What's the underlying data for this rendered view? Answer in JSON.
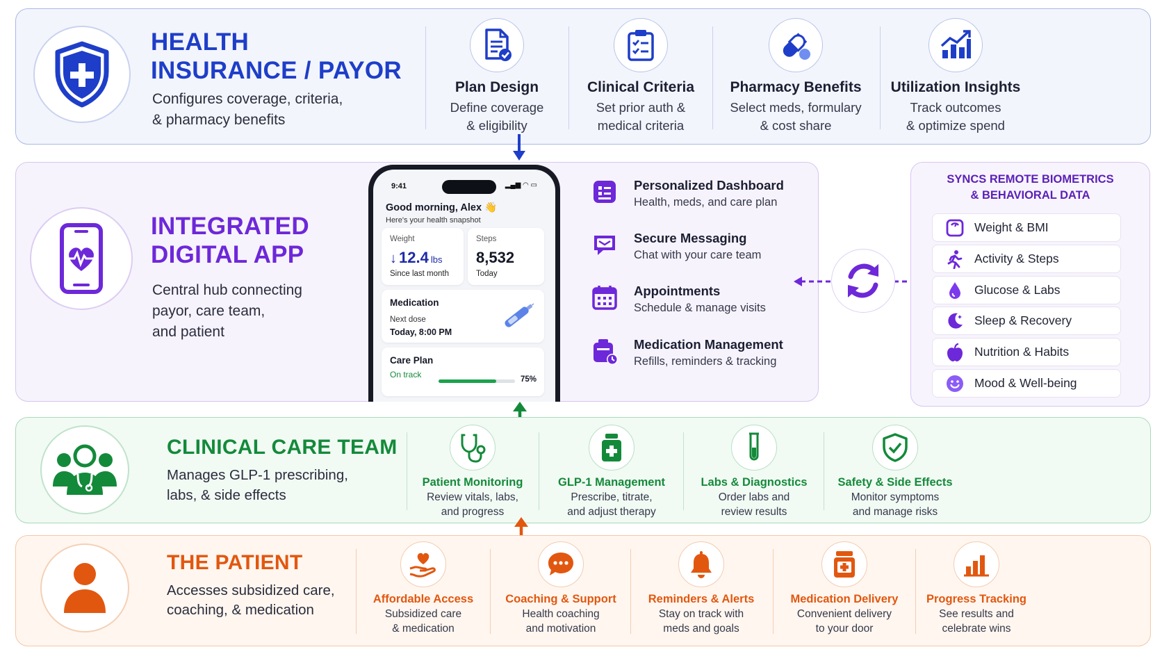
{
  "payor": {
    "title_line1": "HEALTH",
    "title_line2": "INSURANCE / PAYOR",
    "sub_line1": "Configures coverage, criteria,",
    "sub_line2": "& pharmacy benefits",
    "features": [
      {
        "title": "Plan Design",
        "desc1": "Define coverage",
        "desc2": "& eligibility",
        "icon": "document-check-icon"
      },
      {
        "title": "Clinical Criteria",
        "desc1": "Set prior auth &",
        "desc2": "medical criteria",
        "icon": "clipboard-check-icon"
      },
      {
        "title": "Pharmacy Benefits",
        "desc1": "Select meds, formulary",
        "desc2": "& cost share",
        "icon": "pill-capsule-icon"
      },
      {
        "title": "Utilization Insights",
        "desc1": "Track outcomes",
        "desc2": "& optimize spend",
        "icon": "growth-chart-icon"
      }
    ]
  },
  "app": {
    "title_line1": "INTEGRATED",
    "title_line2": "DIGITAL APP",
    "sub_line1": "Central hub connecting",
    "sub_line2": "payor, care team,",
    "sub_line3": "and patient",
    "phone": {
      "time": "9:41",
      "greeting": "Good morning, Alex 👋",
      "snapshot": "Here's your health snapshot",
      "weight_label": "Weight",
      "weight_value": "12.4",
      "weight_unit": "lbs",
      "weight_note": "Since last month",
      "steps_label": "Steps",
      "steps_value": "8,532",
      "steps_note": "Today",
      "med_title": "Medication",
      "med_next": "Next dose",
      "med_time": "Today, 8:00 PM",
      "plan_title": "Care Plan",
      "plan_status": "On track",
      "plan_progress": 0.75,
      "plan_percent": "75%"
    },
    "features": [
      {
        "title": "Personalized Dashboard",
        "desc": "Health, meds, and care plan",
        "icon": "dashboard-icon"
      },
      {
        "title": "Secure Messaging",
        "desc": "Chat with your care team",
        "icon": "chat-icon"
      },
      {
        "title": "Appointments",
        "desc": "Schedule & manage visits",
        "icon": "calendar-icon"
      },
      {
        "title": "Medication Management",
        "desc": "Refills, reminders & tracking",
        "icon": "med-bag-icon"
      }
    ]
  },
  "biometrics": {
    "title_line1": "SYNCS REMOTE BIOMETRICS",
    "title_line2": "& BEHAVIORAL DATA",
    "items": [
      {
        "label": "Weight & BMI",
        "icon": "scale-icon"
      },
      {
        "label": "Activity & Steps",
        "icon": "running-person-icon"
      },
      {
        "label": "Glucose & Labs",
        "icon": "drop-icon"
      },
      {
        "label": "Sleep & Recovery",
        "icon": "moon-icon"
      },
      {
        "label": "Nutrition & Habits",
        "icon": "apple-icon"
      },
      {
        "label": "Mood & Well-being",
        "icon": "smile-icon"
      }
    ]
  },
  "care_team": {
    "title": "CLINICAL CARE TEAM",
    "sub_line1": "Manages GLP-1 prescribing,",
    "sub_line2": "labs, & side effects",
    "features": [
      {
        "title": "Patient Monitoring",
        "desc1": "Review vitals, labs,",
        "desc2": "and progress",
        "icon": "stethoscope-icon"
      },
      {
        "title": "GLP-1 Management",
        "desc1": "Prescribe, titrate,",
        "desc2": "and adjust therapy",
        "icon": "medicine-bottle-icon"
      },
      {
        "title": "Labs & Diagnostics",
        "desc1": "Order labs and",
        "desc2": "review results",
        "icon": "test-tube-icon"
      },
      {
        "title": "Safety & Side Effects",
        "desc1": "Monitor symptoms",
        "desc2": "and manage risks",
        "icon": "shield-check-icon"
      }
    ]
  },
  "patient": {
    "title": "THE PATIENT",
    "sub_line1": "Accesses subsidized care,",
    "sub_line2": "coaching, & medication",
    "features": [
      {
        "title": "Affordable Access",
        "desc1": "Subsidized care",
        "desc2": "& medication",
        "icon": "hand-heart-icon"
      },
      {
        "title": "Coaching & Support",
        "desc1": "Health coaching",
        "desc2": "and motivation",
        "icon": "speech-bubble-icon"
      },
      {
        "title": "Reminders & Alerts",
        "desc1": "Stay on track with",
        "desc2": "meds and goals",
        "icon": "bell-icon"
      },
      {
        "title": "Medication Delivery",
        "desc1": "Convenient delivery",
        "desc2": "to your door",
        "icon": "pill-bottle-icon"
      },
      {
        "title": "Progress Tracking",
        "desc1": "See results and",
        "desc2": "celebrate wins",
        "icon": "bar-chart-icon"
      }
    ]
  },
  "colors": {
    "payor": "#1e3ec9",
    "app": "#6d28d9",
    "care": "#138a3a",
    "patient": "#e2570f"
  }
}
